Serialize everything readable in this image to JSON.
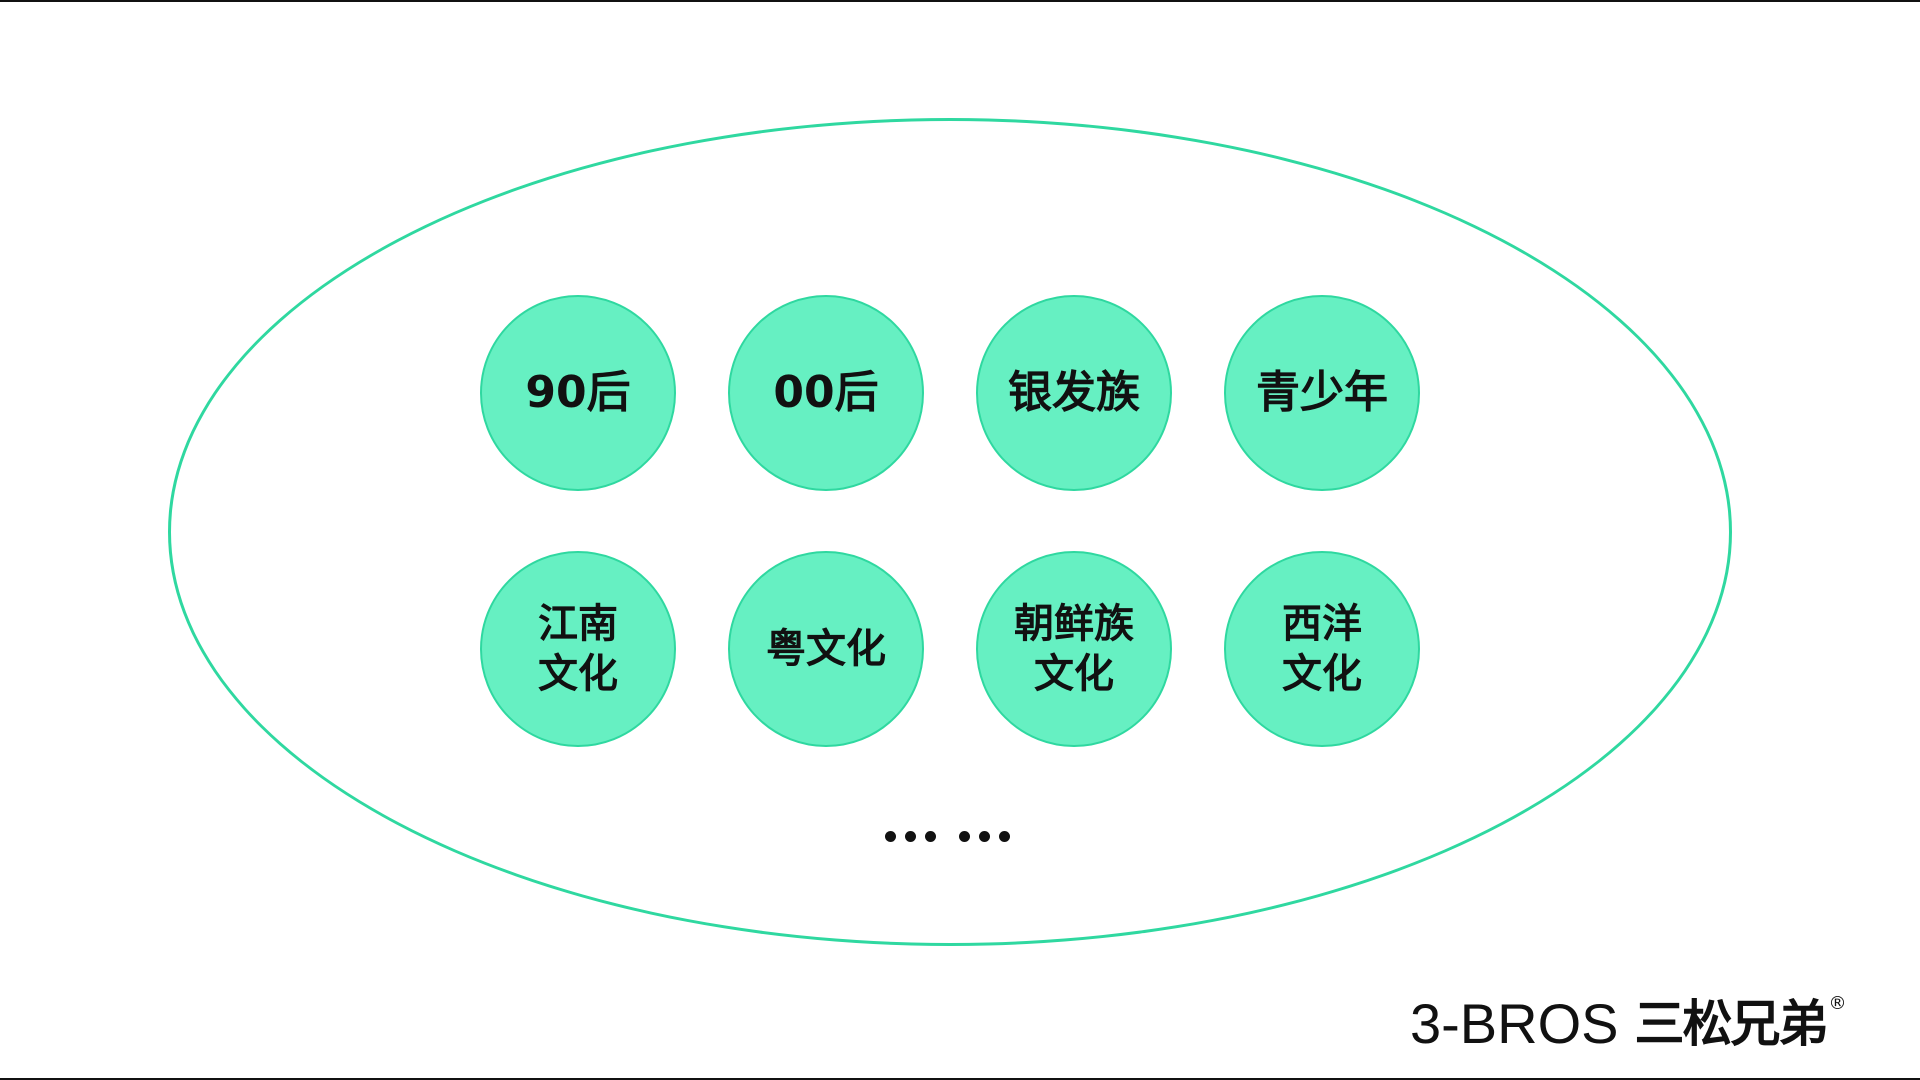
{
  "colors": {
    "bubble_fill": "#66f0c2",
    "bubble_stroke": "#2fd8a0",
    "ellipse_stroke": "#2fd8a0",
    "text": "#111111"
  },
  "diagram": {
    "bubbles_row1": [
      {
        "label": "90后"
      },
      {
        "label": "00后"
      },
      {
        "label": "银发族"
      },
      {
        "label": "青少年"
      }
    ],
    "bubbles_row2": [
      {
        "label": "江南\n文化"
      },
      {
        "label": "粤文化"
      },
      {
        "label": "朝鲜族\n文化"
      },
      {
        "label": "西洋\n文化"
      }
    ],
    "continuation": "……"
  },
  "brand": {
    "en": "3-BROS",
    "cn": "三松兄弟",
    "registered": "®"
  }
}
